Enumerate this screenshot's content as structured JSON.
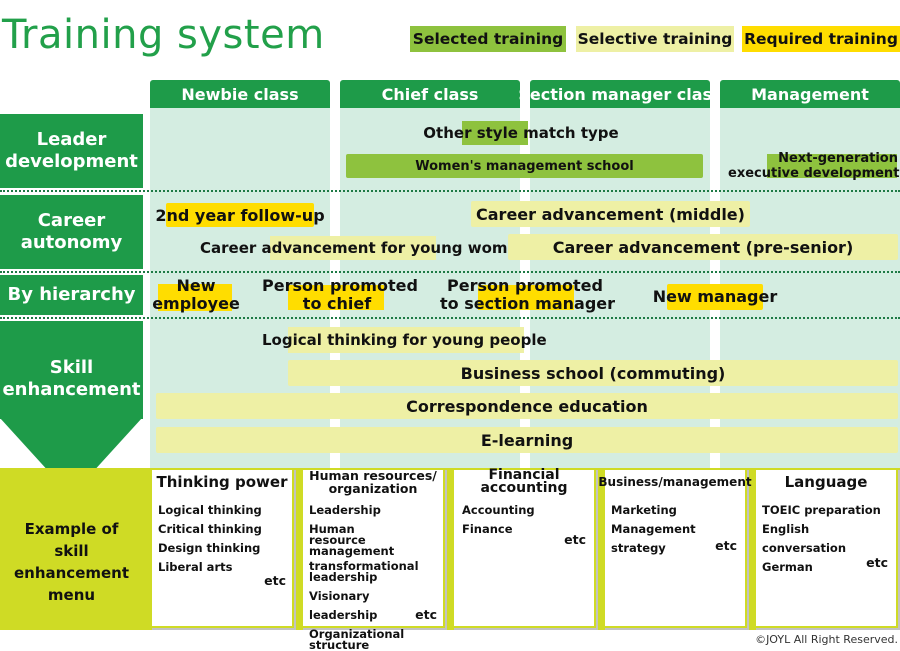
{
  "title": "Training system",
  "legend": {
    "selected": "Selected training",
    "selective": "Selective training",
    "required": "Required training"
  },
  "columns": [
    "Newbie class",
    "Chief class",
    "Section manager class",
    "Management"
  ],
  "categories": {
    "leader": [
      "Leader",
      "development"
    ],
    "career": [
      "Career",
      "autonomy"
    ],
    "hierarchy": "By hierarchy",
    "skill": [
      "Skill",
      "enhancement"
    ]
  },
  "leader": {
    "other_style": "Other style match type",
    "womens_school": "Women's management school",
    "next_gen": [
      "Next-generation",
      "executive development"
    ]
  },
  "career": {
    "second_year": "2nd year follow-up",
    "middle": "Career advancement (middle)",
    "young_women": "Career advancement for young women",
    "pre_senior": "Career advancement (pre-senior)"
  },
  "hierarchy": {
    "new_employee": [
      "New",
      "employee"
    ],
    "promoted_chief": [
      "Person promoted",
      "to chief"
    ],
    "promoted_section": [
      "Person promoted",
      "to section manager"
    ],
    "new_manager": "New manager"
  },
  "skill": {
    "logical_young": "Logical thinking for young people",
    "business_school": "Business school (commuting)",
    "correspondence": "Correspondence education",
    "elearning": "E-learning"
  },
  "menu": {
    "label": [
      "Example of",
      "skill enhancement",
      "menu"
    ],
    "etc": "etc",
    "cards": [
      {
        "title": "Thinking power",
        "items": [
          "Logical thinking",
          "Critical thinking",
          "Design thinking",
          "Liberal arts"
        ]
      },
      {
        "title": [
          "Human resources/",
          "organization"
        ],
        "items": [
          "Leadership",
          "Human resource management",
          "transformational leadership",
          "Visionary leadership",
          "Organizational structure design"
        ]
      },
      {
        "title": "Financial accounting",
        "items": [
          "Accounting",
          "Finance"
        ]
      },
      {
        "title": "Business/management",
        "items": [
          "Marketing",
          "Management strategy"
        ]
      },
      {
        "title": "Language",
        "items": [
          "TOEIC preparation",
          "English conversation",
          "German"
        ]
      }
    ]
  },
  "copyright": "©JOYL All Right Reserved.",
  "colors": {
    "green_dark": "#1e9b49",
    "green_selected": "#8ec23e",
    "selective": "#eef0a5",
    "required": "#ffdd00",
    "menu_bg": "#cfdb25",
    "column_bg": "#d4ede1"
  }
}
